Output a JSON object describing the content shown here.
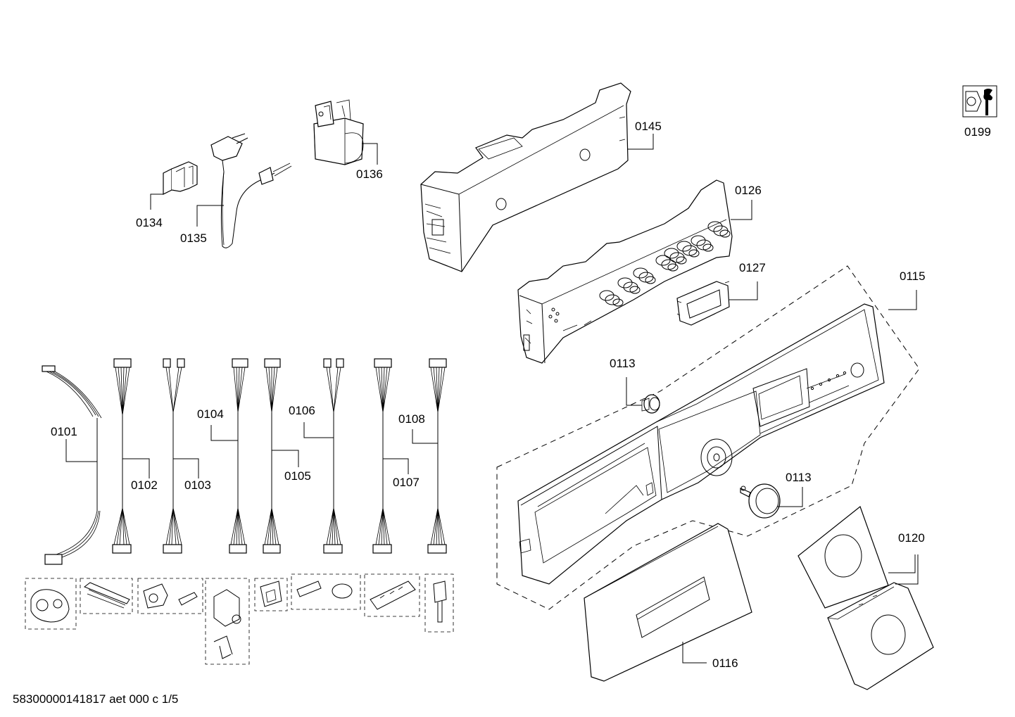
{
  "document_id": "58300000141817 aet 000 c 1/5",
  "callouts": {
    "c0101": "0101",
    "c0102": "0102",
    "c0103": "0103",
    "c0104": "0104",
    "c0105": "0105",
    "c0106": "0106",
    "c0107": "0107",
    "c0108": "0108",
    "c0113a": "0113",
    "c0113b": "0113",
    "c0115": "0115",
    "c0116": "0116",
    "c0120": "0120",
    "c0126": "0126",
    "c0127": "0127",
    "c0134": "0134",
    "c0135": "0135",
    "c0136": "0136",
    "c0145": "0145",
    "c0199": "0199"
  }
}
